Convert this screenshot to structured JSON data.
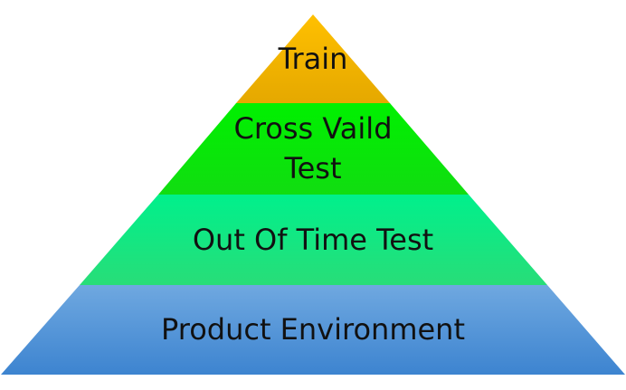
{
  "pyramid": {
    "tiers": [
      {
        "lines": [
          "Train"
        ],
        "top_color": "#FFC000",
        "bottom_color": "#E5A800"
      },
      {
        "lines": [
          "Cross Vaild",
          "Test"
        ],
        "top_color": "#00F000",
        "bottom_color": "#11DD11"
      },
      {
        "lines": [
          "Out Of Time Test"
        ],
        "top_color": "#00F08C",
        "bottom_color": "#28DD78"
      },
      {
        "lines": [
          "Product Environment"
        ],
        "top_color": "#6FA8E0",
        "bottom_color": "#3D84D0"
      }
    ]
  }
}
